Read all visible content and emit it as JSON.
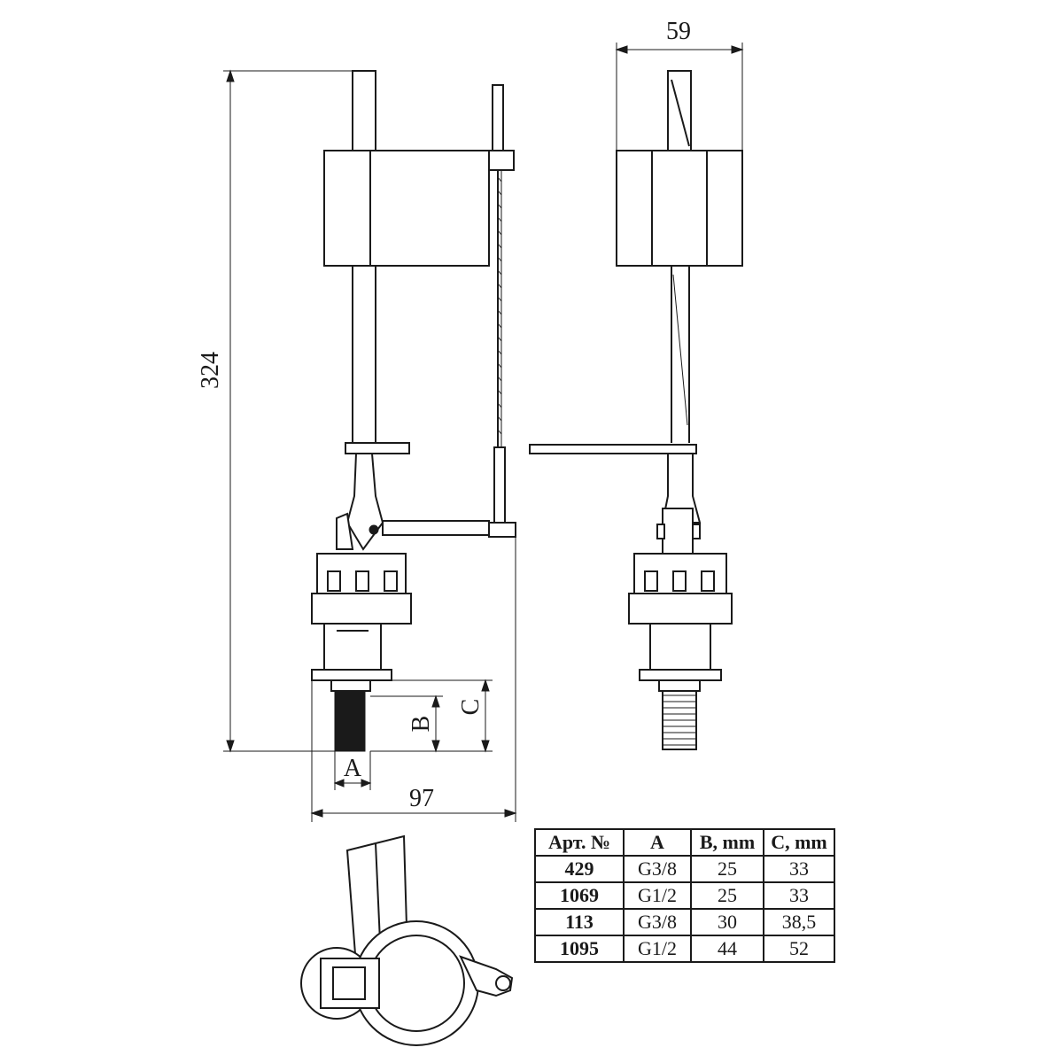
{
  "dimensions": {
    "height_total": "324",
    "width_total": "97",
    "width_side": "59",
    "label_a": "A",
    "label_b": "B",
    "label_c": "C"
  },
  "table": {
    "headers": [
      "Арт. №",
      "A",
      "B, mm",
      "C, mm"
    ],
    "rows": [
      [
        "429",
        "G3/8",
        "25",
        "33"
      ],
      [
        "1069",
        "G1/2",
        "25",
        "33"
      ],
      [
        "113",
        "G3/8",
        "30",
        "38,5"
      ],
      [
        "1095",
        "G1/2",
        "44",
        "52"
      ]
    ]
  }
}
